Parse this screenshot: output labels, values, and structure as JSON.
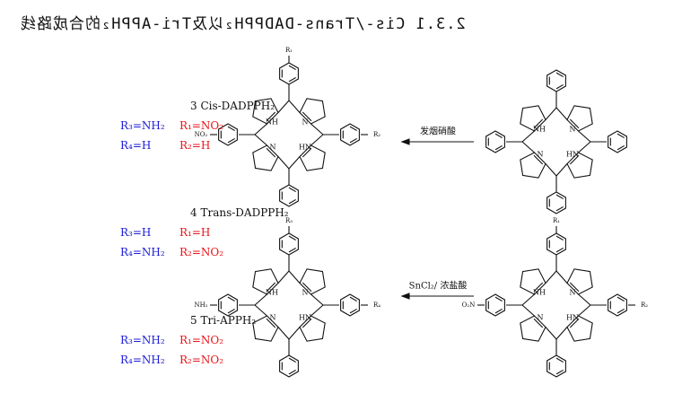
{
  "caption": "2.3.1 Cis-/Trans-DADPPH₂以及Tri-APPH₂的合成路线",
  "colors": {
    "red": "#e8141b",
    "blue": "#1c1cd8",
    "ink": "#111111"
  },
  "arrows": {
    "step1": "发烟硝酸",
    "step2": "SnCl₂/ 浓盐酸"
  },
  "atoms": {
    "r1": "R₁",
    "r2": "R₂",
    "r3": "R₃",
    "r4": "R₄",
    "nh": "NH",
    "hn": "HN",
    "n": "N",
    "no2": "NO₂",
    "o2n": "O₂N",
    "nh2": "NH₂"
  },
  "compounds": [
    {
      "title": "3 Cis-DADPPH₂",
      "line1": [
        {
          "text": "R₁=NO₂",
          "color": "red"
        },
        {
          "text": "R₃=NH₂",
          "color": "blue"
        }
      ],
      "line2": [
        {
          "text": "R₂=H",
          "color": "red"
        },
        {
          "text": "R₄=H",
          "color": "blue"
        }
      ]
    },
    {
      "title": "4 Trans-DADPPH₂",
      "line1": [
        {
          "text": "R₁=H",
          "color": "red"
        },
        {
          "text": "R₃=H",
          "color": "blue"
        }
      ],
      "line2": [
        {
          "text": "R₂=NO₂",
          "color": "red"
        },
        {
          "text": "R₄=NH₂",
          "color": "blue"
        }
      ]
    },
    {
      "title": "5 Tri-APPH₂",
      "line1": [
        {
          "text": "R₁=NO₂",
          "color": "red"
        },
        {
          "text": "R₃=NH₂",
          "color": "blue"
        }
      ],
      "line2": [
        {
          "text": "R₂=NO₂",
          "color": "red"
        },
        {
          "text": "R₄=NH₂",
          "color": "blue"
        }
      ]
    }
  ]
}
